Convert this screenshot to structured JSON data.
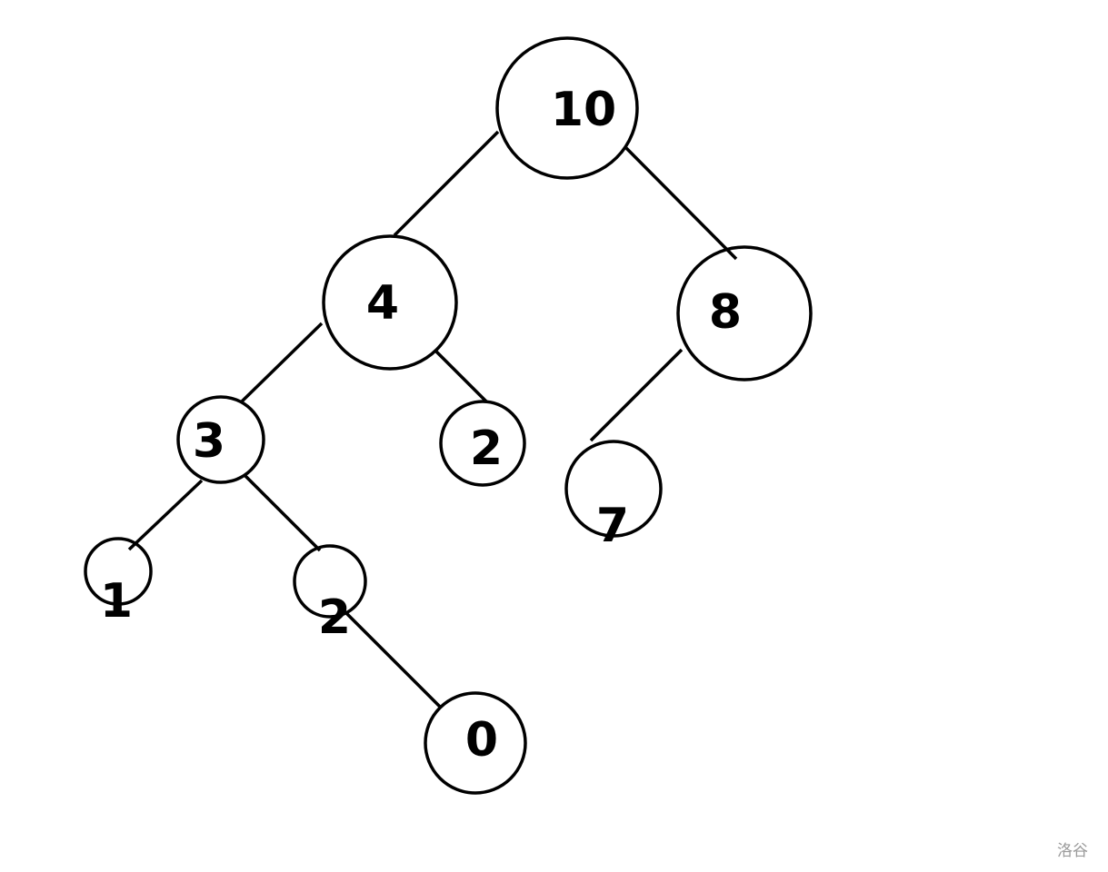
{
  "diagram": {
    "type": "binary-tree",
    "nodes": [
      {
        "id": "n0",
        "label": "10"
      },
      {
        "id": "n1",
        "label": "4"
      },
      {
        "id": "n2",
        "label": "8"
      },
      {
        "id": "n3",
        "label": "3"
      },
      {
        "id": "n4",
        "label": "2"
      },
      {
        "id": "n5",
        "label": "7"
      },
      {
        "id": "n6",
        "label": "1"
      },
      {
        "id": "n7",
        "label": "2"
      },
      {
        "id": "n8",
        "label": "0"
      }
    ],
    "edges": [
      {
        "from": "n0",
        "to": "n1"
      },
      {
        "from": "n0",
        "to": "n2"
      },
      {
        "from": "n1",
        "to": "n3"
      },
      {
        "from": "n1",
        "to": "n4"
      },
      {
        "from": "n2",
        "to": "n5"
      },
      {
        "from": "n3",
        "to": "n6"
      },
      {
        "from": "n3",
        "to": "n7"
      },
      {
        "from": "n7",
        "to": "n8"
      }
    ]
  },
  "watermark": "洛谷",
  "colors": {
    "stroke": "#000000",
    "watermark": "#9a9a9a"
  }
}
